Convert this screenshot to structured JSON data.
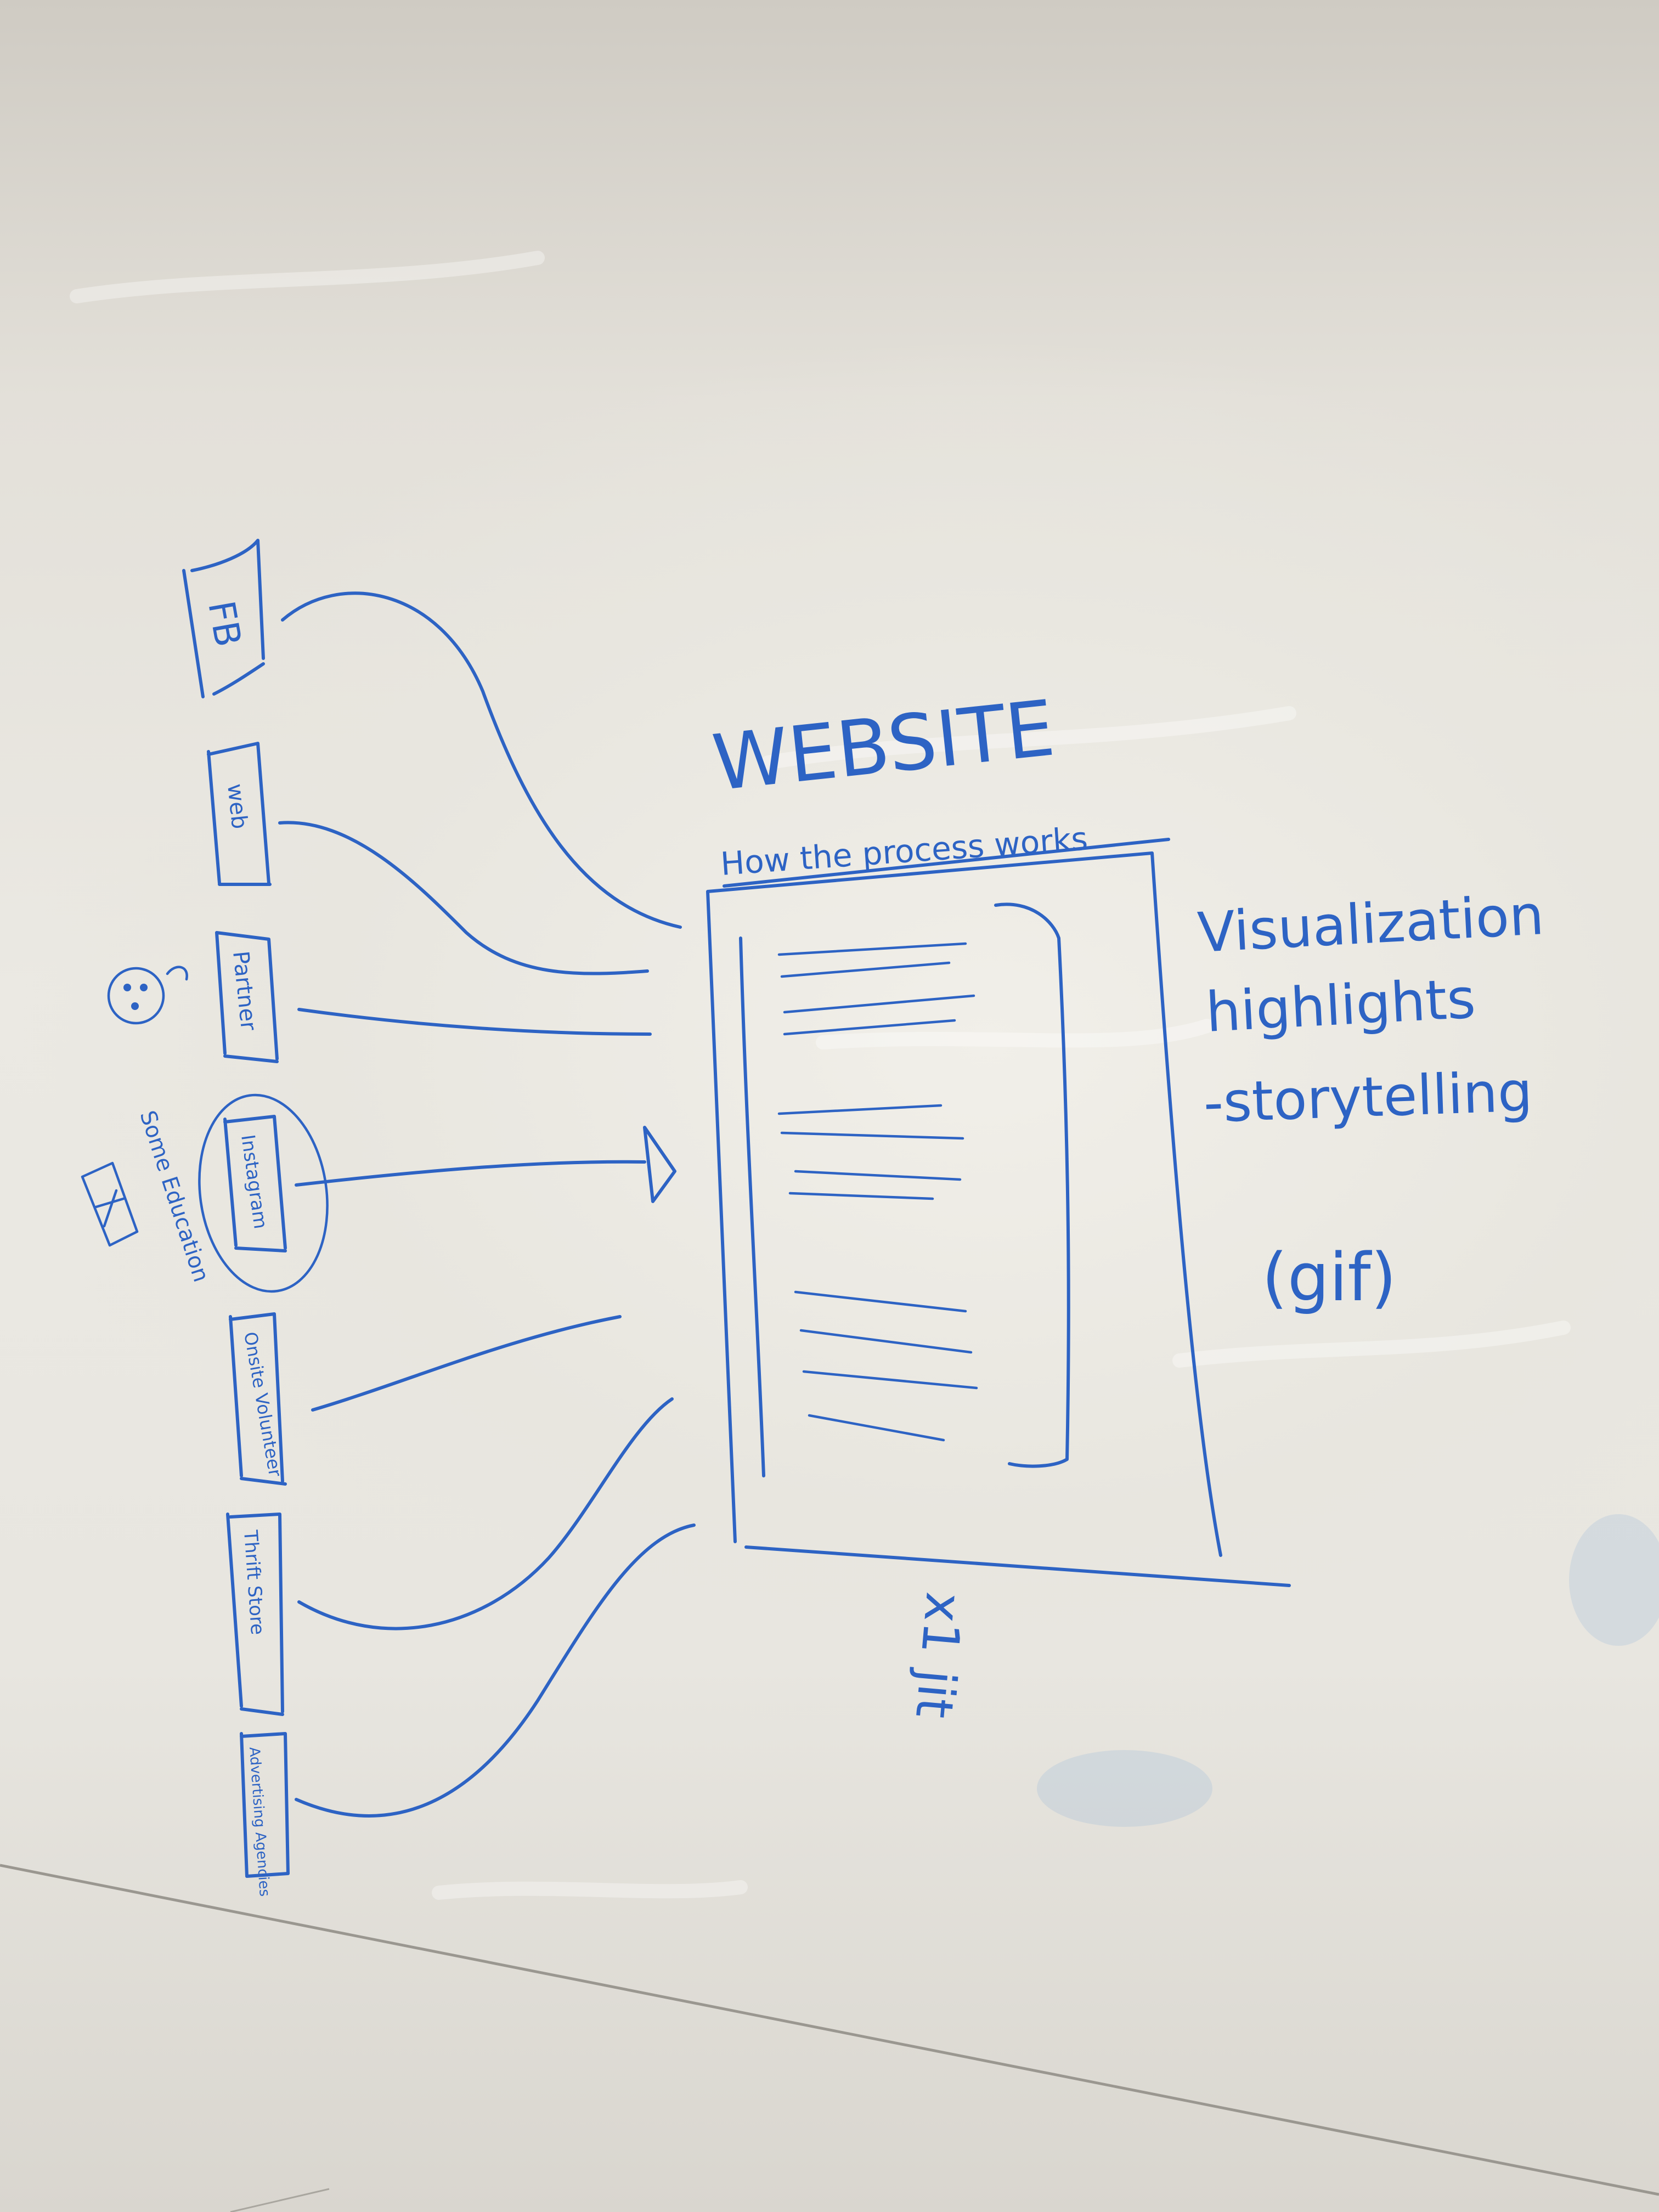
{
  "title": "WEBSITE",
  "subtitle": "How the process works",
  "sources": [
    "FB",
    "web",
    "Partner",
    "Instagram",
    "Onsite Volunteer",
    "Thrift Store",
    "Advertising Agencies"
  ],
  "side_note": "Some Education",
  "visual_notes": {
    "line1": "Visualization",
    "line2": "highlights",
    "line3": "-storytelling",
    "format": "(gif)"
  },
  "bottom_note": "x1 jit",
  "ink_color": "#2d63c4"
}
